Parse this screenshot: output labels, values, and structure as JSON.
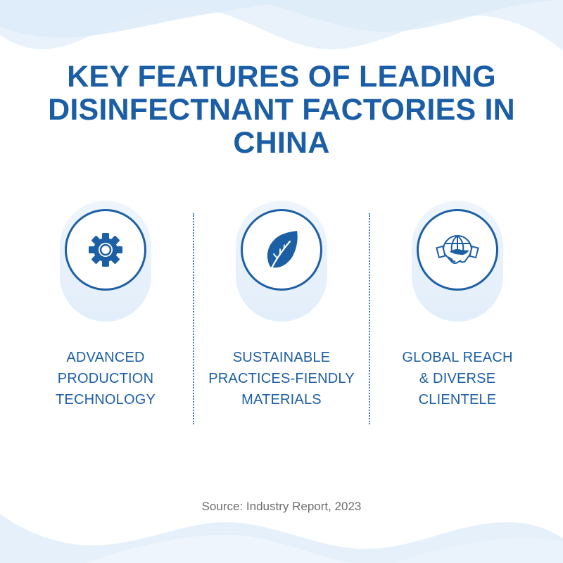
{
  "title": {
    "lines": [
      "KEY FEATURES OF LEADING",
      "DISINFECTNANT FACTORIES IN",
      "CHINA"
    ],
    "color": "#1b5ea5"
  },
  "features": [
    {
      "icon": "gear-icon",
      "label_lines": [
        "ADVANCED",
        "PRODUCTION",
        "TECHNOLOGY"
      ]
    },
    {
      "icon": "leaf-icon",
      "label_lines": [
        "SUSTAINABLE",
        "PRACTICES-FIENDLY",
        "MATERIALS"
      ]
    },
    {
      "icon": "globe-handshake-icon",
      "label_lines": [
        "GLOBAL REACH",
        "& DIVERSE",
        "CLIENTELE"
      ]
    }
  ],
  "source": "Source: Industry Report, 2023",
  "colors": {
    "accent": "#1d5fa5",
    "pill_bg": "#e6f0fb",
    "wave": "#dceaf8",
    "source_text": "#6d6d6d"
  }
}
